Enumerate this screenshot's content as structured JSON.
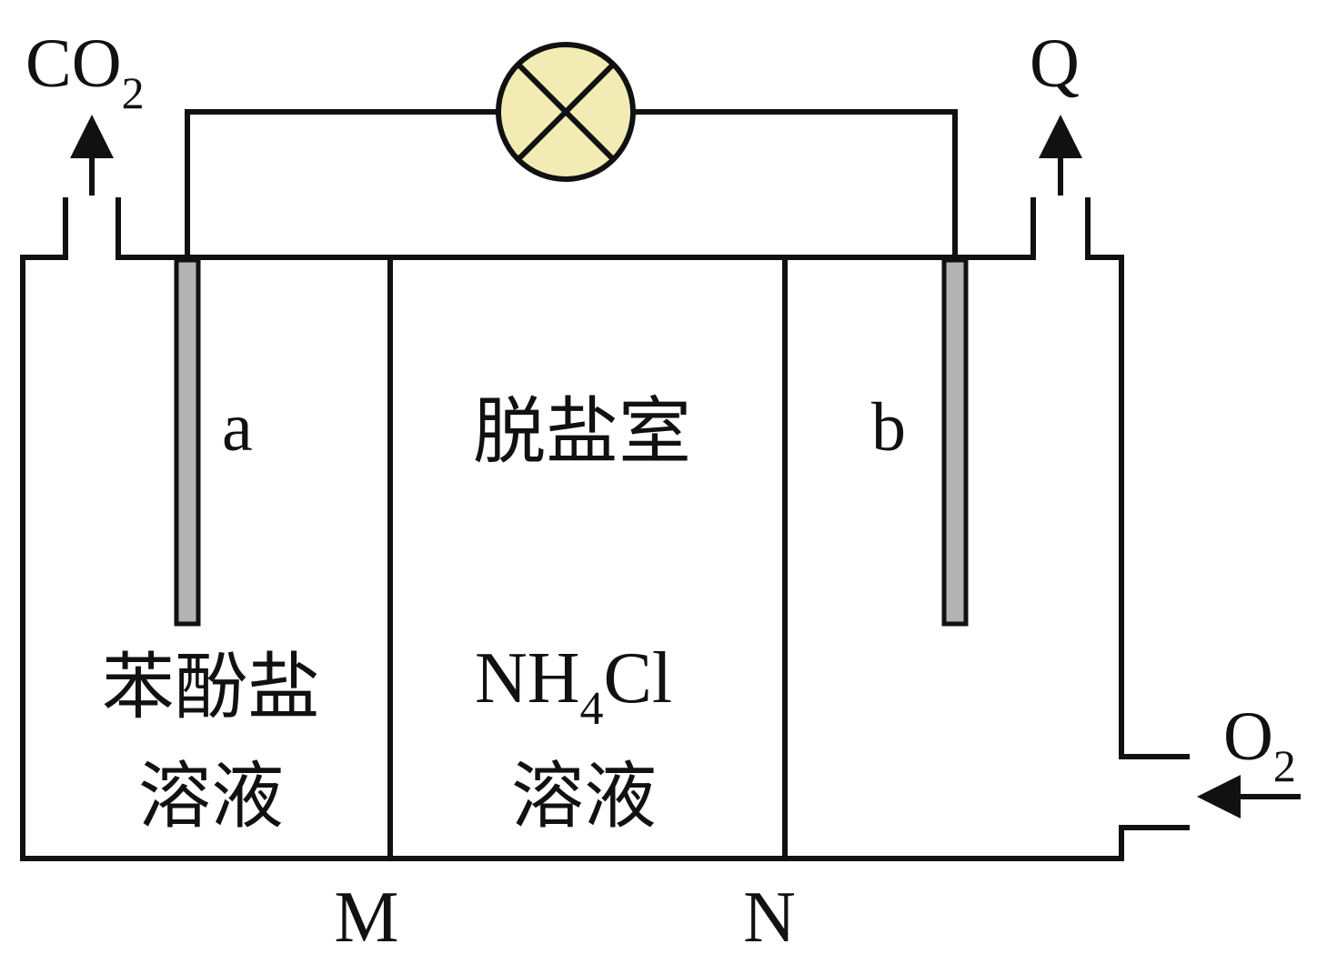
{
  "labels": {
    "co2_main": "CO",
    "co2_sub": "2",
    "q": "Q",
    "o2_main": "O",
    "o2_sub": "2",
    "electrode_a": "a",
    "electrode_b": "b",
    "middle_room": "脱盐室",
    "left_solution_line1": "苯酚盐",
    "left_solution_line2": "溶液",
    "nh4cl_main1": "NH",
    "nh4cl_sub": "4",
    "nh4cl_main2": "Cl",
    "middle_solution_line2": "溶液",
    "membrane_m": "M",
    "membrane_n": "N"
  },
  "colors": {
    "line": "#111111",
    "lamp_fill": "#f2ecb4",
    "electrode_fill": "#b3b3b3"
  },
  "icons": {
    "lamp": "lamp-cross-circle-icon"
  }
}
